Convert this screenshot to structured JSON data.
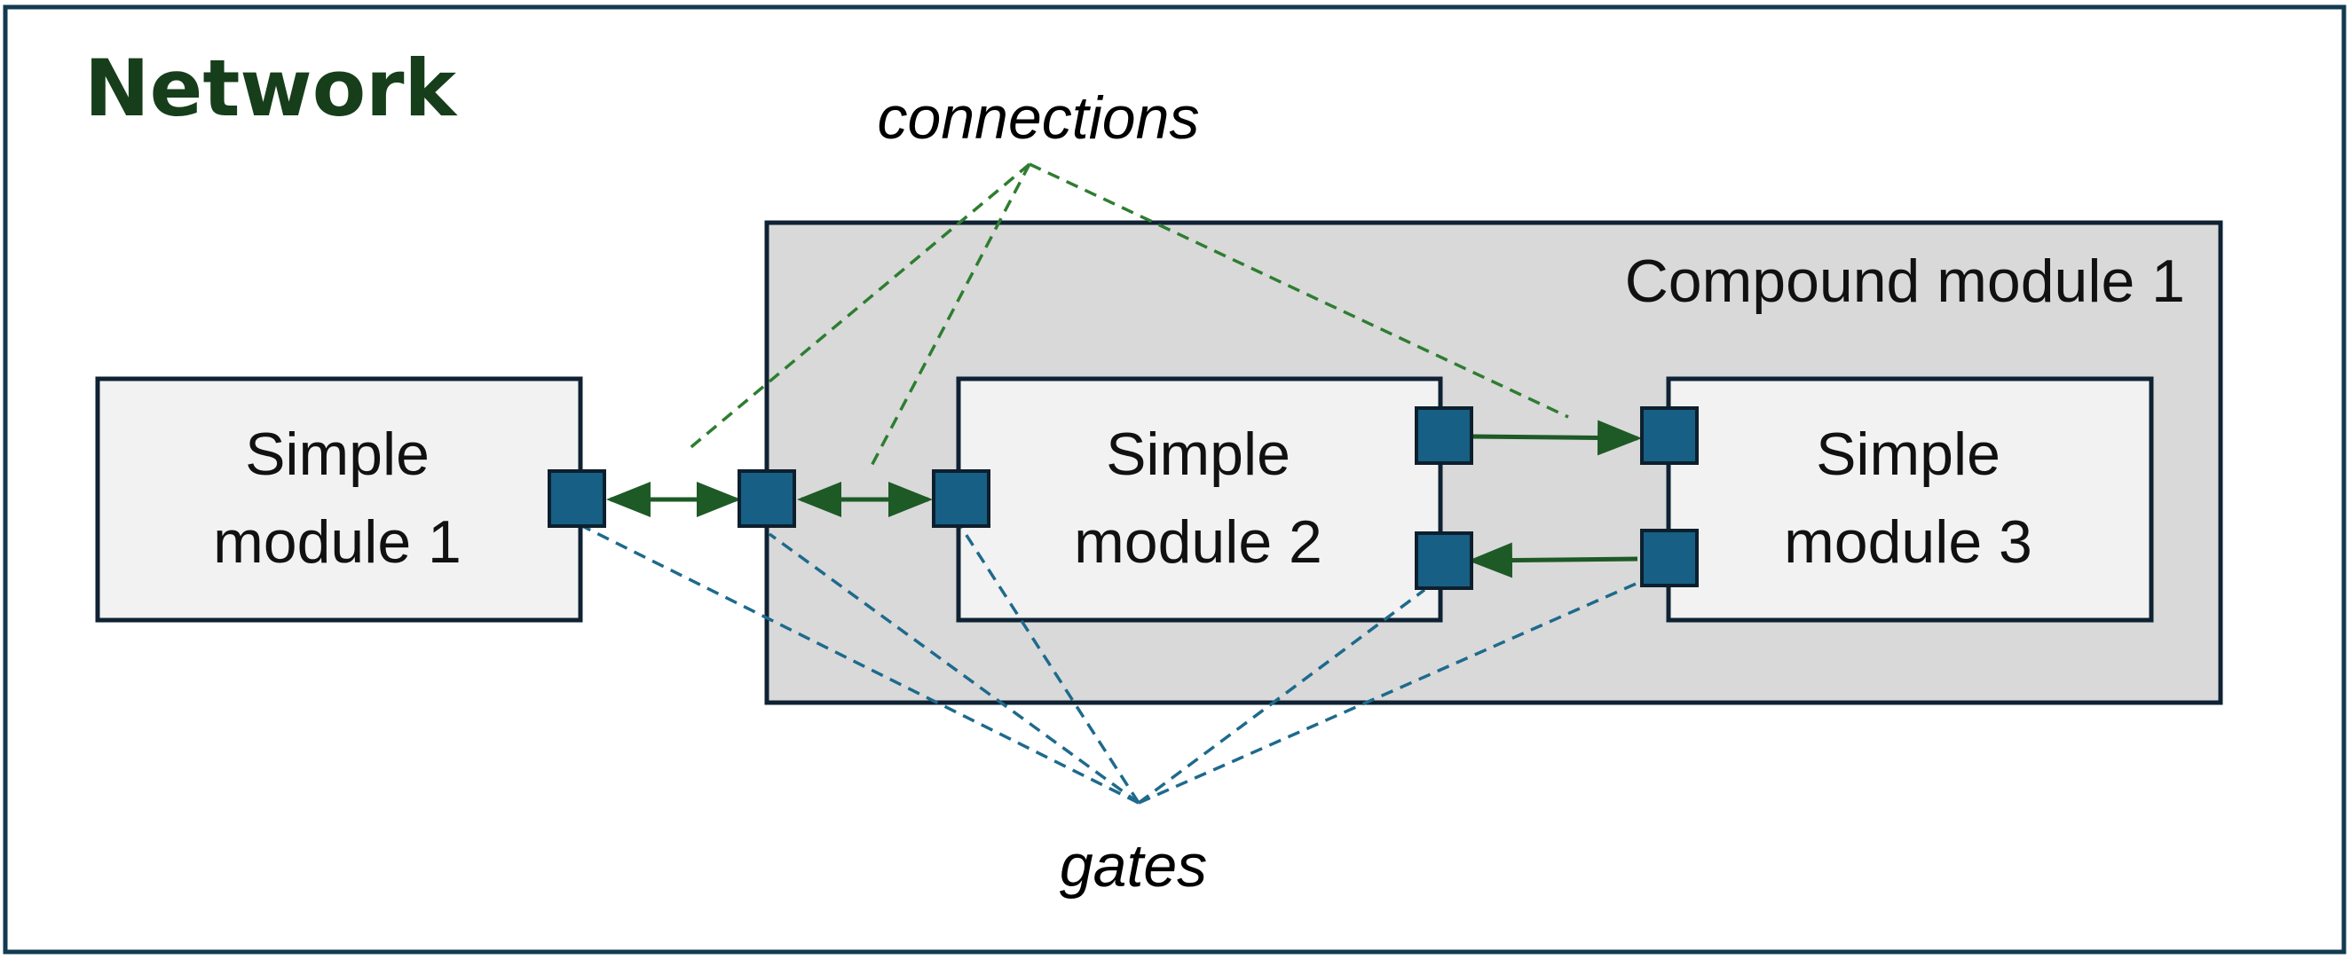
{
  "network": {
    "title": "Network"
  },
  "annotations": {
    "connections": "connections",
    "gates": "gates"
  },
  "compound_module": {
    "label": "Compound module 1"
  },
  "modules": {
    "m1": {
      "line1": "Simple",
      "line2": "module 1"
    },
    "m2": {
      "line1": "Simple",
      "line2": "module 2"
    },
    "m3": {
      "line1": "Simple",
      "line2": "module 3"
    }
  },
  "colors": {
    "frame": "#123a52",
    "title": "#163e1a",
    "gate_fill": "#175f84",
    "gate_stroke": "#0d1f2d",
    "module_fill": "#f2f2f2",
    "compound_fill": "#d9d9d9",
    "box_stroke": "#0f2233",
    "connection": "#1e5a26",
    "connections_leader": "#2e7d32",
    "gates_leader": "#1e6a8c"
  }
}
